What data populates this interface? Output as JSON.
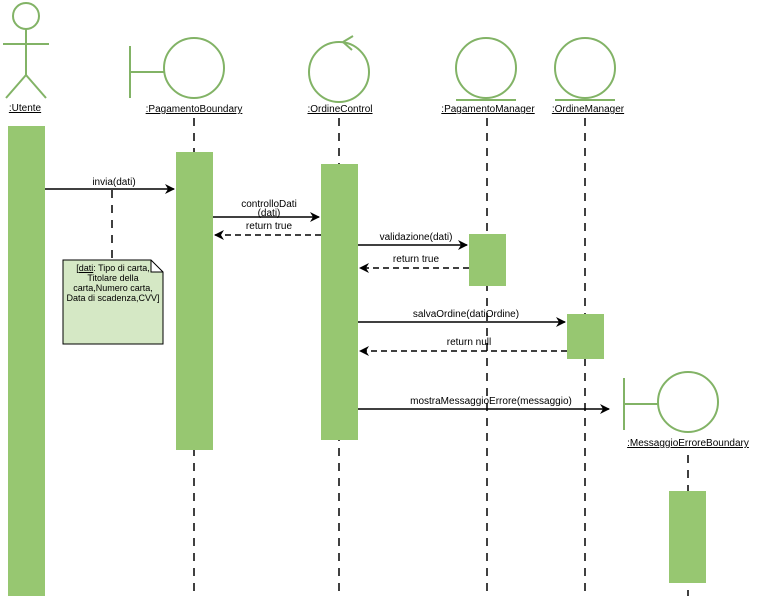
{
  "colors": {
    "green": "#97c771",
    "outline": "#82b366",
    "note_fill": "#d5e8c5",
    "line": "#000000"
  },
  "participants": {
    "utente": ":Utente",
    "pagamento_boundary": ":PagamentoBoundary",
    "ordine_control": ":OrdineControl",
    "pagamento_manager": ":PagamentoManager",
    "ordine_manager": ":OrdineManager",
    "messaggio_errore_boundary": ":MessaggioErroreBoundary"
  },
  "messages": {
    "invia": "invia(dati)",
    "controllo_1": "controlloDati",
    "controllo_2": "(dati)",
    "return_true_1": "return true",
    "validazione": "validazione(dati)",
    "return_true_2": "return true",
    "salva_ordine": "salvaOrdine(datiOrdine)",
    "return_null": "return null",
    "mostra_messaggio": "mostraMessaggioErrore(messaggio)"
  },
  "note": {
    "dati": "dati",
    "rest": ": Tipo di carta, Titolare della carta,Numero carta, Data di scadenza,CVV]"
  }
}
